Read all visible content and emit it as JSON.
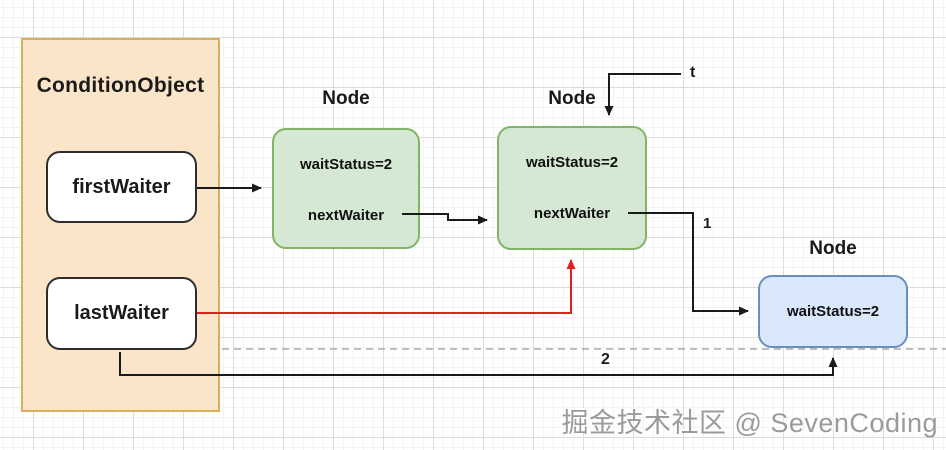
{
  "diagram": {
    "condition_object": {
      "title": "ConditionObject",
      "fields": [
        {
          "label": "firstWaiter"
        },
        {
          "label": "lastWaiter"
        }
      ]
    },
    "nodes": [
      {
        "title": "Node",
        "wait_status": "waitStatus=2",
        "next_waiter": "nextWaiter"
      },
      {
        "title": "Node",
        "wait_status": "waitStatus=2",
        "next_waiter": "nextWaiter"
      },
      {
        "title": "Node",
        "wait_status": "waitStatus=2"
      }
    ],
    "edge_labels": {
      "thread": "t",
      "step1": "1",
      "step2": "2"
    },
    "colors": {
      "condition_fill": "#fbe5c8",
      "condition_border": "#d9b057",
      "node_green_fill": "#d5e8d4",
      "node_green_border": "#82b366",
      "node_blue_fill": "#dae8fc",
      "node_blue_border": "#6c8ebf",
      "arrow_black": "#1a1a1a",
      "arrow_red": "#e0201f",
      "dashed_line": "#a8a8a8"
    },
    "watermark": "掘金技术社区 @ SevenCoding"
  }
}
